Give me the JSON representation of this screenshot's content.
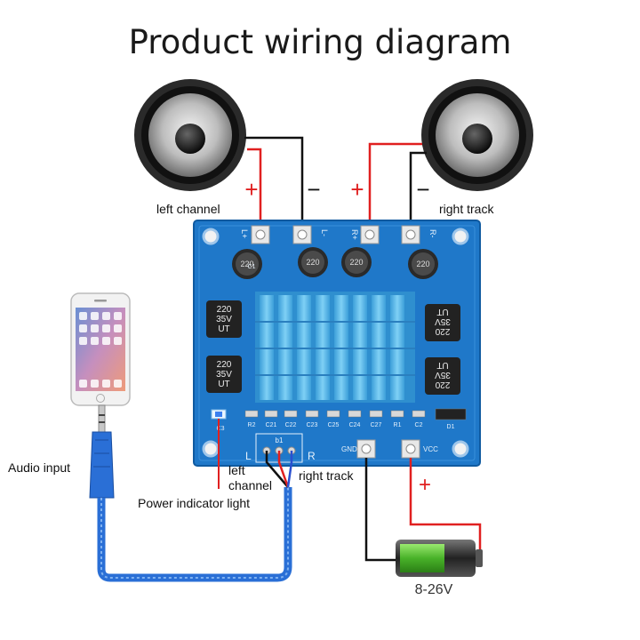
{
  "title": "Product wiring diagram",
  "labels": {
    "left_channel_top": "left channel",
    "right_track_top": "right track",
    "audio_input": "Audio input",
    "left_channel_bottom_1": "left",
    "left_channel_bottom_2": "channel",
    "right_track_bottom": "right track",
    "power_indicator": "Power indicator light",
    "voltage": "8-26V",
    "plus": "+",
    "minus": "−"
  },
  "board": {
    "terminals": [
      "L+",
      "L-",
      "R+",
      "R-"
    ],
    "power_terminals": [
      "GND",
      "VCC"
    ],
    "cap_large_lines": [
      "220",
      "35V",
      "UT"
    ],
    "cap_small": "220",
    "component_labels": [
      "R2",
      "C21",
      "C22",
      "C23",
      "C25",
      "C24",
      "C27",
      "R1",
      "C2",
      "D1",
      "b1",
      "C1",
      "C3"
    ],
    "input_letters": [
      "L",
      "R"
    ]
  },
  "colors": {
    "board": "#1f78c9",
    "heatsink": "#4fb0e6",
    "wire_red": "#e02020",
    "wire_black": "#111111",
    "cable_blue": "#2a6fd6",
    "battery_green": "#5ac83a"
  }
}
